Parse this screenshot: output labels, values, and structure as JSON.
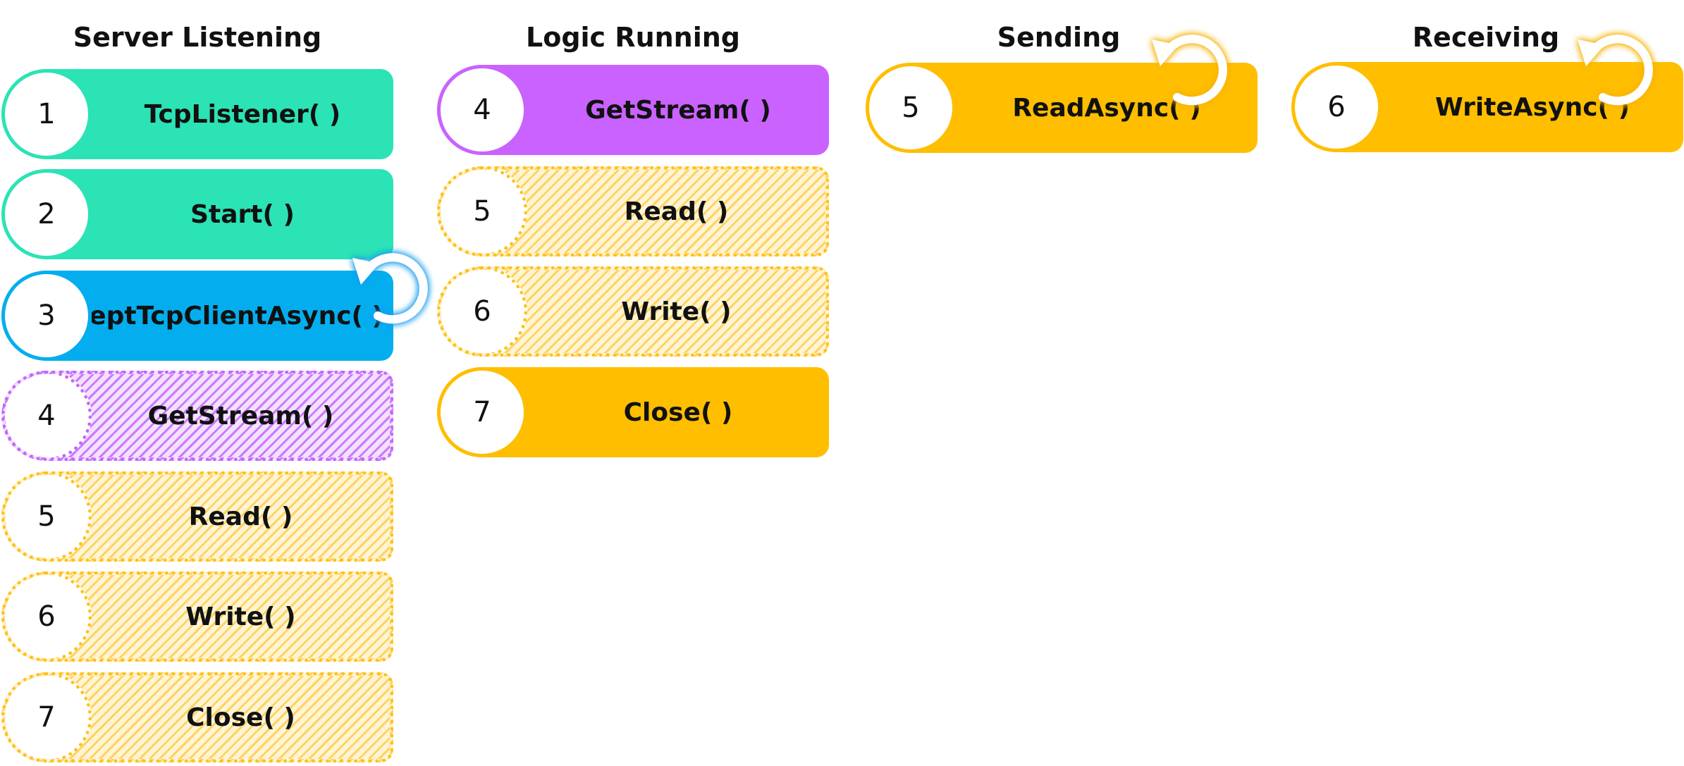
{
  "columns": [
    {
      "title": "Server Listening",
      "items": [
        {
          "num": "1",
          "label": "TcpListener( )"
        },
        {
          "num": "2",
          "label": "Start( )"
        },
        {
          "num": "3",
          "label": "ccceptTcpClientAsync( )"
        },
        {
          "num": "4",
          "label": "GetStream( )"
        },
        {
          "num": "5",
          "label": "Read( )"
        },
        {
          "num": "6",
          "label": "Write( )"
        },
        {
          "num": "7",
          "label": "Close( )"
        }
      ]
    },
    {
      "title": "Logic Running",
      "items": [
        {
          "num": "4",
          "label": "GetStream( )"
        },
        {
          "num": "5",
          "label": "Read( )"
        },
        {
          "num": "6",
          "label": "Write( )"
        },
        {
          "num": "7",
          "label": "Close( )"
        }
      ]
    },
    {
      "title": "Sending",
      "items": [
        {
          "num": "5",
          "label": "ReadAsync( )"
        }
      ]
    },
    {
      "title": "Receiving",
      "items": [
        {
          "num": "6",
          "label": "WriteAsync( )"
        }
      ]
    }
  ],
  "colors": {
    "teal": "#2be3b5",
    "blue": "#04aeee",
    "purple": "#ca62ff",
    "orange": "#ffbe00",
    "loop_blue_glow": "#1a9cf0",
    "loop_orange_glow": "#f5b400"
  },
  "icons": {
    "loop": "circular-arrow-icon"
  }
}
